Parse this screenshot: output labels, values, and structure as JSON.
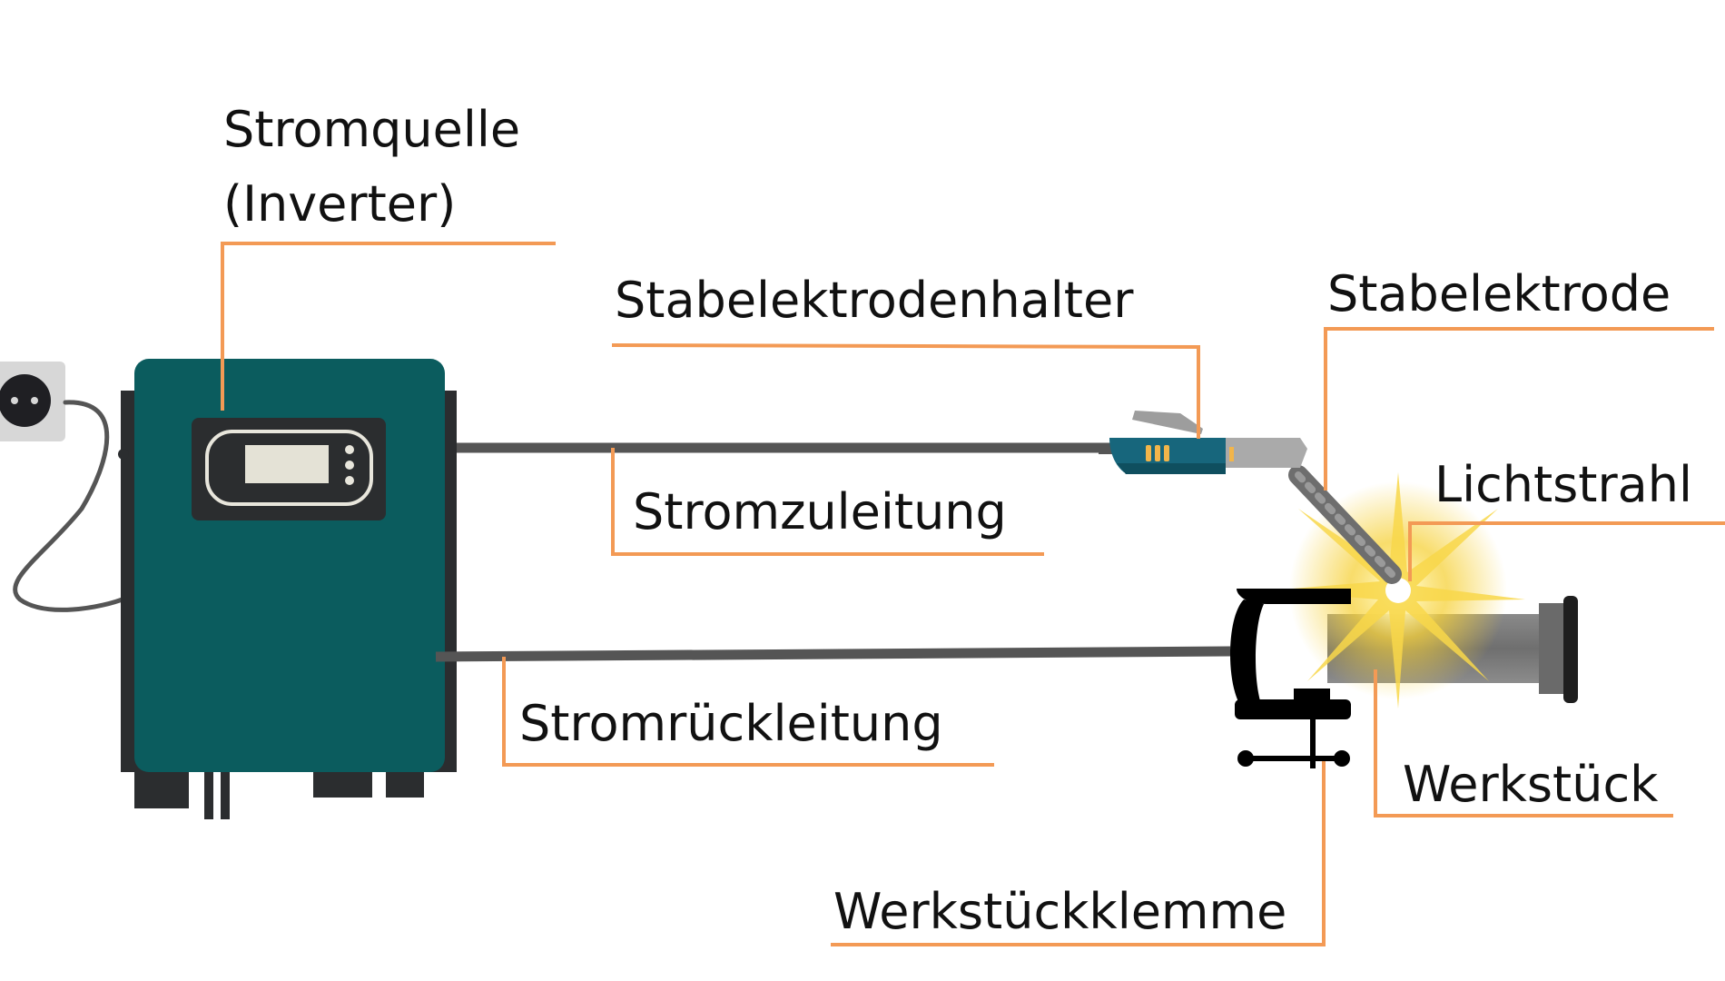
{
  "labels": {
    "power_source_line1": "Stromquelle",
    "power_source_line2": "(Inverter)",
    "electrode_holder": "Stabelektrodenhalter",
    "electrode": "Stabelektrode",
    "supply_cable": "Stromzuleitung",
    "light_beam": "Lichtstrahl",
    "return_cable": "Stromrückleitung",
    "workpiece": "Werkstück",
    "workpiece_clamp": "Werkstückklemme"
  },
  "colors": {
    "leader_line": "#f39a55",
    "inverter_body": "#0b5c5e",
    "inverter_dark": "#2b2d2f",
    "cable": "#555555",
    "electrode_holder_body": "#17667c",
    "clamp": "#000000",
    "workpiece": "#7c7c7c",
    "arc_glow": "#f6d13a"
  },
  "icons": [
    "power-socket-icon",
    "inverter-icon",
    "electrode-holder-icon",
    "electrode-rod-icon",
    "c-clamp-icon",
    "workpiece-pipe-icon",
    "arc-spark-icon"
  ]
}
